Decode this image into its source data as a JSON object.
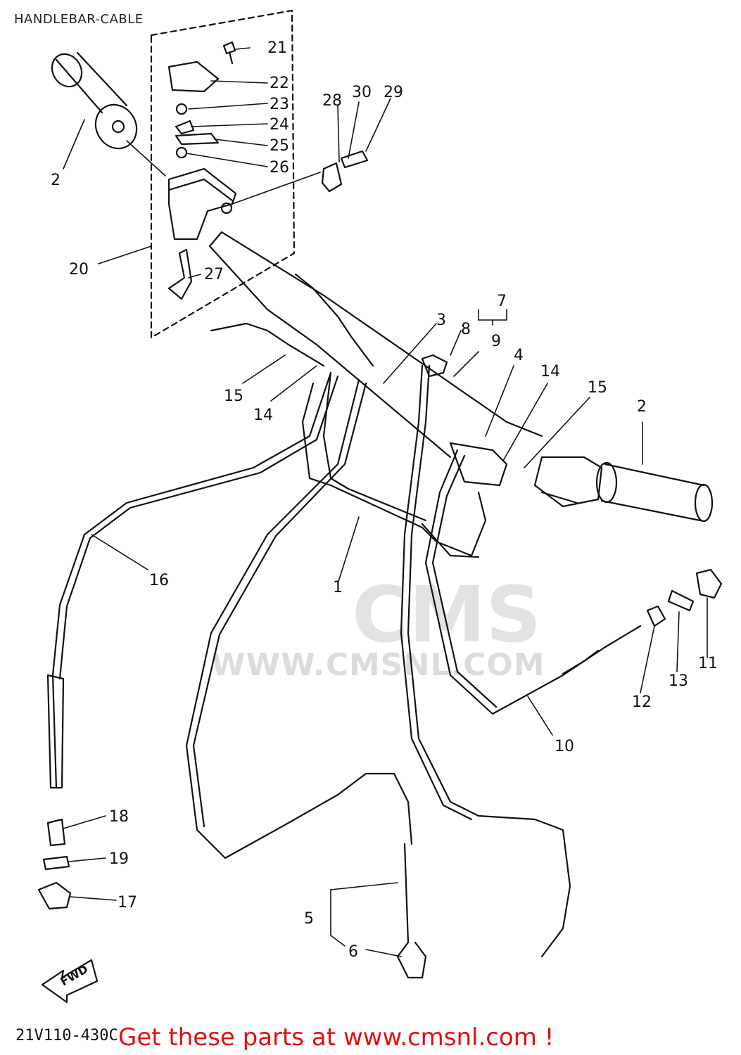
{
  "title": "HANDLEBAR-CABLE",
  "diagram_code": "21V110-430C",
  "promo_text": "Get these parts at www.cmsnl.com !",
  "watermark": {
    "logo": "CMS",
    "url": "WWW.CMSNL.COM"
  },
  "fwd_label": "FWD",
  "callouts": {
    "c1": "1",
    "c2a": "2",
    "c2b": "2",
    "c3": "3",
    "c4": "4",
    "c5": "5",
    "c6": "6",
    "c7": "7",
    "c8": "8",
    "c9": "9",
    "c10": "10",
    "c11": "11",
    "c12": "12",
    "c13": "13",
    "c14a": "14",
    "c14b": "14",
    "c15a": "15",
    "c15b": "15",
    "c16": "16",
    "c17": "17",
    "c18": "18",
    "c19": "19",
    "c20": "20",
    "c21": "21",
    "c22": "22",
    "c23": "23",
    "c24": "24",
    "c25": "25",
    "c26": "26",
    "c27": "27",
    "c28": "28",
    "c29": "29",
    "c30": "30"
  }
}
